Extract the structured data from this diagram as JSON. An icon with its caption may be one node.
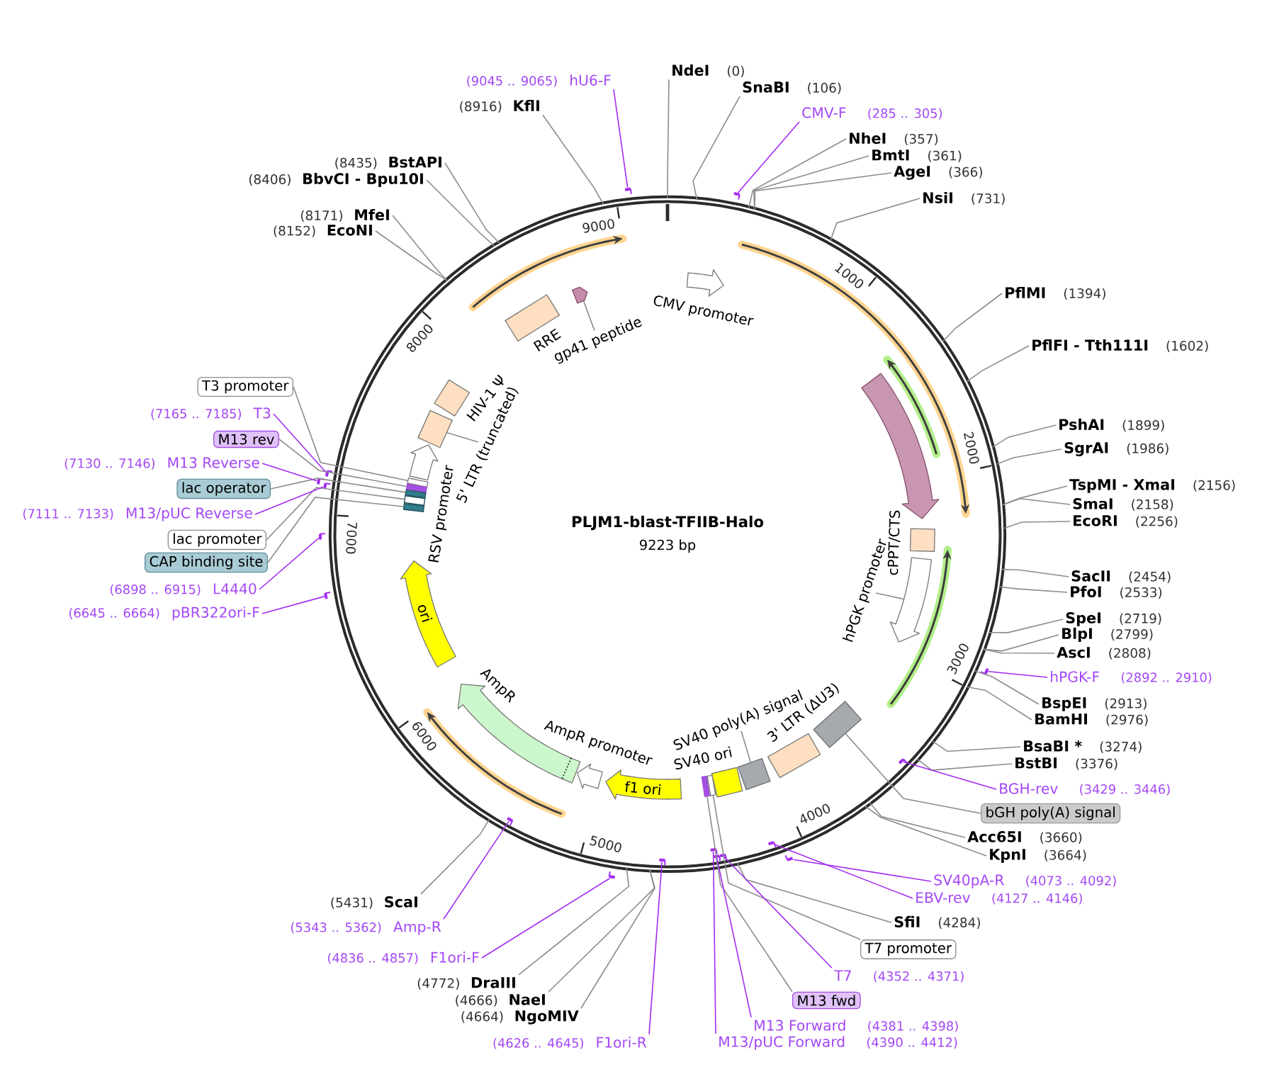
{
  "diagram": {
    "nodes": [
      {
        "text": [
          "PLJM1-blast-TFIIB-Halo",
          "9223 bp"
        ]
      },
      {
        "text": [],
        "shape": "arrow",
        "beside": [
          "CMV promoter"
        ],
        "in": 0
      },
      {
        "text": [],
        "shape": "arrow",
        "in": 0
      },
      {
        "text": [],
        "shape": "box",
        "in": 0
      },
      {
        "text": [],
        "shape": "arrow",
        "in": 0
      },
      {
        "text": [
          "hPGK promoter"
        ],
        "in": 0
      },
      {
        "text": [],
        "shape": "box",
        "in": 0
      },
      {
        "text": [],
        "shape": "box",
        "beside": [
          "3' LTR (ΔU3)"
        ],
        "in": 0
      },
      {
        "text": [],
        "shape": "box",
        "in": 0
      },
      {
        "text": [
          "SV40 poly(A) signal"
        ],
        "in": 0
      },
      {
        "text": [],
        "shape": "box",
        "beside": [
          "SV40 ori"
        ],
        "in": 0
      },
      {
        "text": [],
        "shape": "box",
        "in": 0
      },
      {
        "text": [],
        "shape": "box",
        "in": 0
      },
      {
        "text": [
          "f1 ori"
        ],
        "in": 0
      },
      {
        "text": [],
        "shape": "arrow",
        "beside": [
          "AmpR promoter"
        ],
        "in": 0
      },
      {
        "text": [],
        "shape": "arrow",
        "beside": [
          "AmpR"
        ],
        "in": 0
      },
      {
        "text": [
          "ori"
        ],
        "in": 0
      },
      {
        "text": [],
        "shape": "box",
        "in": 0
      },
      {
        "text": [],
        "shape": "box",
        "in": 0
      },
      {
        "text": [],
        "shape": "box",
        "in": 0
      },
      {
        "text": [],
        "shape": "box",
        "in": 0
      },
      {
        "text": [],
        "shape": "box",
        "in": 0
      },
      {
        "text": [],
        "shape": "arrow",
        "beside": [
          "RSV promoter"
        ],
        "in": 0
      },
      {
        "text": [],
        "shape": "box",
        "in": 0
      },
      {
        "text": [
          "5' LTR (truncated)"
        ],
        "in": 0
      },
      {
        "text": [],
        "shape": "box",
        "beside": [
          "HIV-1 Ψ"
        ],
        "in": 0
      },
      {
        "text": [],
        "shape": "box",
        "beside": [
          "RRE"
        ],
        "in": 0
      },
      {
        "text": [],
        "shape": "arrow",
        "in": 0
      },
      {
        "text": [
          "gp41 peptide"
        ],
        "in": 0
      },
      {
        "text": [
          "NdeI",
          "(0)"
        ]
      },
      {
        "text": [
          "SnaBI",
          "(106)"
        ]
      },
      {
        "text": [
          "CMV-F",
          "(285 .. 305)"
        ]
      },
      {
        "text": [],
        "shape": "bar"
      },
      {
        "text": [
          "NheI",
          "(357)"
        ]
      },
      {
        "text": [
          "BmtI",
          "(361)"
        ]
      },
      {
        "text": [
          "AgeI",
          "(366)"
        ]
      },
      {
        "text": [
          "NsiI",
          "(731)"
        ]
      },
      {
        "text": [
          "PflMI",
          "(1394)"
        ]
      },
      {
        "text": [
          "PflFI - Tth111I",
          "(1602)"
        ]
      },
      {
        "text": [
          "PshAI",
          "(1899)"
        ]
      },
      {
        "text": [
          "SgrAI",
          "(1986)"
        ]
      },
      {
        "text": [
          "TspMI - XmaI",
          "(2156)"
        ]
      },
      {
        "text": [
          "SmaI",
          "(2158)"
        ]
      },
      {
        "text": [
          "EcoRI",
          "(2256)"
        ]
      },
      {
        "text": [
          "SacII",
          "(2454)"
        ]
      },
      {
        "text": [
          "PfoI",
          "(2533)"
        ]
      },
      {
        "text": [
          "SpeI",
          "(2719)"
        ]
      },
      {
        "text": [
          "BlpI",
          "(2799)"
        ]
      },
      {
        "text": [
          "AscI",
          "(2808)"
        ]
      },
      {
        "text": [
          "hPGK-F",
          "(2892 .. 2910)"
        ]
      },
      {
        "text": [],
        "shape": "bar"
      },
      {
        "text": [
          "BspEI",
          "(2913)"
        ]
      },
      {
        "text": [
          "BamHI",
          "(2976)"
        ]
      },
      {
        "text": [
          "BsaBI *",
          "(3274)"
        ]
      },
      {
        "text": [
          "BstBI",
          "(3376)"
        ]
      },
      {
        "text": [
          "BGH-rev",
          "(3429 .. 3446)"
        ]
      },
      {
        "text": [],
        "shape": "bar",
        "in": 0
      },
      {
        "text": [
          "bGH poly(A) signal"
        ]
      },
      {
        "text": [
          "Acc65I",
          "(3660)"
        ]
      },
      {
        "text": [
          "KpnI",
          "(3664)"
        ]
      },
      {
        "text": [
          "SV40pA-R",
          "(4073 .. 4092)"
        ]
      },
      {
        "text": [],
        "shape": "bar"
      },
      {
        "text": [
          "EBV-rev",
          "(4127 .. 4146)"
        ]
      },
      {
        "text": [],
        "shape": "bar",
        "in": 0
      },
      {
        "text": [
          "SfiI",
          "(4284)"
        ]
      },
      {
        "text": [
          "T7 promoter"
        ]
      },
      {
        "text": [
          "T7",
          "(4352 .. 4371)"
        ]
      },
      {
        "text": [],
        "shape": "bar",
        "in": 0
      },
      {
        "text": [
          "M13 fwd"
        ]
      },
      {
        "text": [
          "M13 Forward",
          "(4381 .. 4398)"
        ]
      },
      {
        "text": [],
        "shape": "bar",
        "in": 0
      },
      {
        "text": [
          "M13/pUC Forward",
          "(4390 .. 4412)"
        ]
      },
      {
        "text": [],
        "shape": "bar",
        "in": 0
      },
      {
        "text": [
          "(4626 .. 4645)",
          "F1ori-R"
        ]
      },
      {
        "text": [],
        "shape": "bar",
        "in": 0
      },
      {
        "text": [
          "(4664)",
          "NgoMIV"
        ]
      },
      {
        "text": [
          "(4666)",
          "NaeI"
        ]
      },
      {
        "text": [
          "(4772)",
          "DraIII"
        ]
      },
      {
        "text": [
          "(4836 .. 4857)",
          "F1ori-F"
        ]
      },
      {
        "text": [],
        "shape": "bar"
      },
      {
        "text": [
          "(5343 .. 5362)",
          "Amp-R"
        ]
      },
      {
        "text": [],
        "shape": "bar",
        "in": 0
      },
      {
        "text": [
          "(5431)",
          "ScaI"
        ]
      },
      {
        "text": [
          "(6645 .. 6664)",
          "pBR322ori-F"
        ]
      },
      {
        "text": [],
        "shape": "bar"
      },
      {
        "text": [
          "(6898 .. 6915)",
          "L4440"
        ]
      },
      {
        "text": [],
        "shape": "bar"
      },
      {
        "text": [
          "CAP binding site"
        ]
      },
      {
        "text": [
          "lac promoter"
        ]
      },
      {
        "text": [
          "(7111 .. 7133)",
          "M13/pUC Reverse"
        ]
      },
      {
        "text": [],
        "shape": "bar"
      },
      {
        "text": [
          "lac operator"
        ]
      },
      {
        "text": [
          "(7130 .. 7146)",
          "M13 Reverse"
        ]
      },
      {
        "text": [],
        "shape": "bar"
      },
      {
        "text": [
          "M13 rev"
        ]
      },
      {
        "text": [
          "(7165 .. 7185)",
          "T3"
        ]
      },
      {
        "text": [],
        "shape": "bar"
      },
      {
        "text": [
          "T3 promoter"
        ]
      },
      {
        "text": [
          "(8152)",
          "EcoNI"
        ]
      },
      {
        "text": [
          "(8171)",
          "MfeI"
        ]
      },
      {
        "text": [
          "(8406)",
          "BbvCI - Bpu10I"
        ]
      },
      {
        "text": [
          "(8435)",
          "BstAPI"
        ]
      },
      {
        "text": [
          "(8916)",
          "KflI"
        ]
      },
      {
        "text": [
          "(9045 .. 9065)",
          "hU6-F"
        ]
      },
      {
        "text": [],
        "shape": "bar"
      }
    ],
    "edges": [
      {
        "from": 5,
        "to": 4,
        "arrow": "none"
      },
      {
        "from": 9,
        "to": 8,
        "arrow": "none"
      },
      {
        "from": 24,
        "to": 23,
        "arrow": "none"
      },
      {
        "from": 28,
        "to": 27,
        "arrow": "none"
      },
      {
        "from": 29,
        "to": 0,
        "arrow": "none"
      },
      {
        "from": 30,
        "to": 0,
        "arrow": "none"
      },
      {
        "from": 31,
        "to": 32,
        "arrow": "none",
        "color": "#a32cf0"
      },
      {
        "from": 33,
        "to": 0,
        "arrow": "none"
      },
      {
        "from": 34,
        "to": 0,
        "arrow": "none"
      },
      {
        "from": 35,
        "to": 0,
        "arrow": "none"
      },
      {
        "from": 36,
        "to": 0,
        "arrow": "none"
      },
      {
        "from": 37,
        "to": 0,
        "arrow": "none"
      },
      {
        "from": 38,
        "to": 0,
        "arrow": "none"
      },
      {
        "from": 39,
        "to": 0,
        "arrow": "none"
      },
      {
        "from": 40,
        "to": 0,
        "arrow": "none"
      },
      {
        "from": 41,
        "to": 0,
        "arrow": "none"
      },
      {
        "from": 42,
        "to": 0,
        "arrow": "none"
      },
      {
        "from": 43,
        "to": 0,
        "arrow": "none"
      },
      {
        "from": 44,
        "to": 0,
        "arrow": "none"
      },
      {
        "from": 45,
        "to": 0,
        "arrow": "none"
      },
      {
        "from": 46,
        "to": 0,
        "arrow": "none"
      },
      {
        "from": 47,
        "to": 0,
        "arrow": "none"
      },
      {
        "from": 48,
        "to": 0,
        "arrow": "none"
      },
      {
        "from": 49,
        "to": 50,
        "arrow": "none",
        "color": "#a32cf0"
      },
      {
        "from": 51,
        "to": 0,
        "arrow": "none"
      },
      {
        "from": 52,
        "to": 0,
        "arrow": "none"
      },
      {
        "from": 53,
        "to": 0,
        "arrow": "none"
      },
      {
        "from": 54,
        "to": 0,
        "arrow": "none"
      },
      {
        "from": 55,
        "to": 56,
        "arrow": "none",
        "color": "#a32cf0"
      },
      {
        "from": 57,
        "to": 6,
        "arrow": "none"
      },
      {
        "from": 58,
        "to": 0,
        "arrow": "none"
      },
      {
        "from": 59,
        "to": 0,
        "arrow": "none"
      },
      {
        "from": 60,
        "to": 61,
        "arrow": "none",
        "color": "#a32cf0"
      },
      {
        "from": 62,
        "to": 63,
        "arrow": "none",
        "color": "#a32cf0"
      },
      {
        "from": 64,
        "to": 0,
        "arrow": "none"
      },
      {
        "from": 65,
        "to": 12,
        "arrow": "none"
      },
      {
        "from": 66,
        "to": 67,
        "arrow": "none",
        "color": "#a32cf0"
      },
      {
        "from": 68,
        "to": 11,
        "arrow": "none"
      },
      {
        "from": 69,
        "to": 70,
        "arrow": "none",
        "color": "#a32cf0"
      },
      {
        "from": 71,
        "to": 72,
        "arrow": "none",
        "color": "#a32cf0"
      },
      {
        "from": 73,
        "to": 74,
        "arrow": "none",
        "color": "#a32cf0"
      },
      {
        "from": 75,
        "to": 0,
        "arrow": "none"
      },
      {
        "from": 76,
        "to": 0,
        "arrow": "none"
      },
      {
        "from": 77,
        "to": 0,
        "arrow": "none"
      },
      {
        "from": 78,
        "to": 79,
        "arrow": "none",
        "color": "#a32cf0"
      },
      {
        "from": 80,
        "to": 81,
        "arrow": "none",
        "color": "#a32cf0"
      },
      {
        "from": 82,
        "to": 0,
        "arrow": "none"
      },
      {
        "from": 83,
        "to": 84,
        "arrow": "none",
        "color": "#a32cf0"
      },
      {
        "from": 85,
        "to": 86,
        "arrow": "none",
        "color": "#a32cf0"
      },
      {
        "from": 87,
        "to": 21,
        "arrow": "none"
      },
      {
        "from": 88,
        "to": 20,
        "arrow": "none"
      },
      {
        "from": 89,
        "to": 90,
        "arrow": "none",
        "color": "#a32cf0"
      },
      {
        "from": 91,
        "to": 19,
        "arrow": "none"
      },
      {
        "from": 92,
        "to": 93,
        "arrow": "none",
        "color": "#a32cf0"
      },
      {
        "from": 94,
        "to": 18,
        "arrow": "none"
      },
      {
        "from": 95,
        "to": 96,
        "arrow": "none",
        "color": "#a32cf0"
      },
      {
        "from": 97,
        "to": 17,
        "arrow": "none"
      },
      {
        "from": 98,
        "to": 0,
        "arrow": "none"
      },
      {
        "from": 99,
        "to": 0,
        "arrow": "none"
      },
      {
        "from": 100,
        "to": 0,
        "arrow": "none"
      },
      {
        "from": 101,
        "to": 0,
        "arrow": "none"
      },
      {
        "from": 102,
        "to": 0,
        "arrow": "none"
      },
      {
        "from": 103,
        "to": 104,
        "arrow": "none",
        "color": "#a32cf0"
      }
    ],
    "labels": [
      "1000",
      "2000",
      "cPPT/CTS",
      "3000",
      "4000",
      "5000",
      "6000",
      "7000",
      "8000",
      "9000"
    ]
  }
}
